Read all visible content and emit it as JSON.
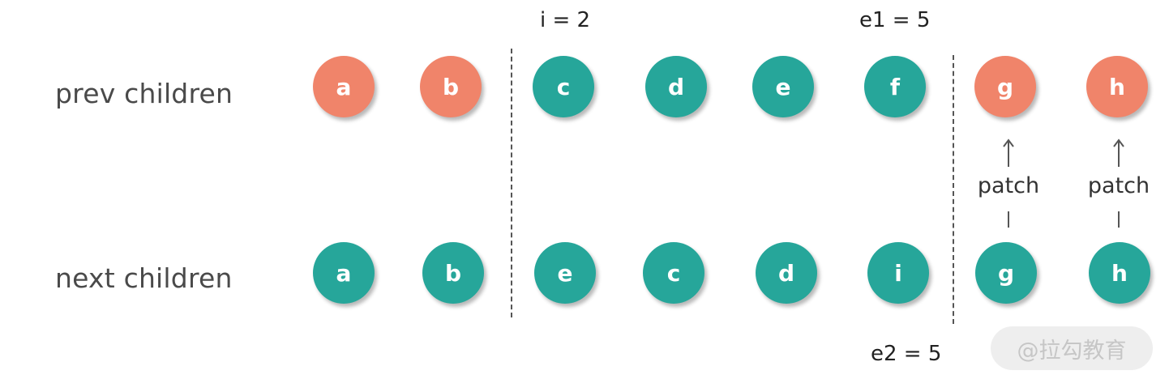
{
  "labels": {
    "prev_children": "prev children",
    "next_children": "next children",
    "i_marker": "i = 2",
    "e1_marker": "e1 = 5",
    "e2_marker": "e2 = 5",
    "patch": "patch"
  },
  "colors": {
    "teal": "#26a69a",
    "coral": "#f0846a"
  },
  "prev_nodes": [
    {
      "letter": "a",
      "color": "coral"
    },
    {
      "letter": "b",
      "color": "coral"
    },
    {
      "letter": "c",
      "color": "teal"
    },
    {
      "letter": "d",
      "color": "teal"
    },
    {
      "letter": "e",
      "color": "teal"
    },
    {
      "letter": "f",
      "color": "teal"
    },
    {
      "letter": "g",
      "color": "coral"
    },
    {
      "letter": "h",
      "color": "coral"
    }
  ],
  "next_nodes": [
    {
      "letter": "a",
      "color": "teal"
    },
    {
      "letter": "b",
      "color": "teal"
    },
    {
      "letter": "e",
      "color": "teal"
    },
    {
      "letter": "c",
      "color": "teal"
    },
    {
      "letter": "d",
      "color": "teal"
    },
    {
      "letter": "i",
      "color": "teal"
    },
    {
      "letter": "g",
      "color": "teal"
    },
    {
      "letter": "h",
      "color": "teal"
    }
  ],
  "watermark": "@拉勾教育"
}
